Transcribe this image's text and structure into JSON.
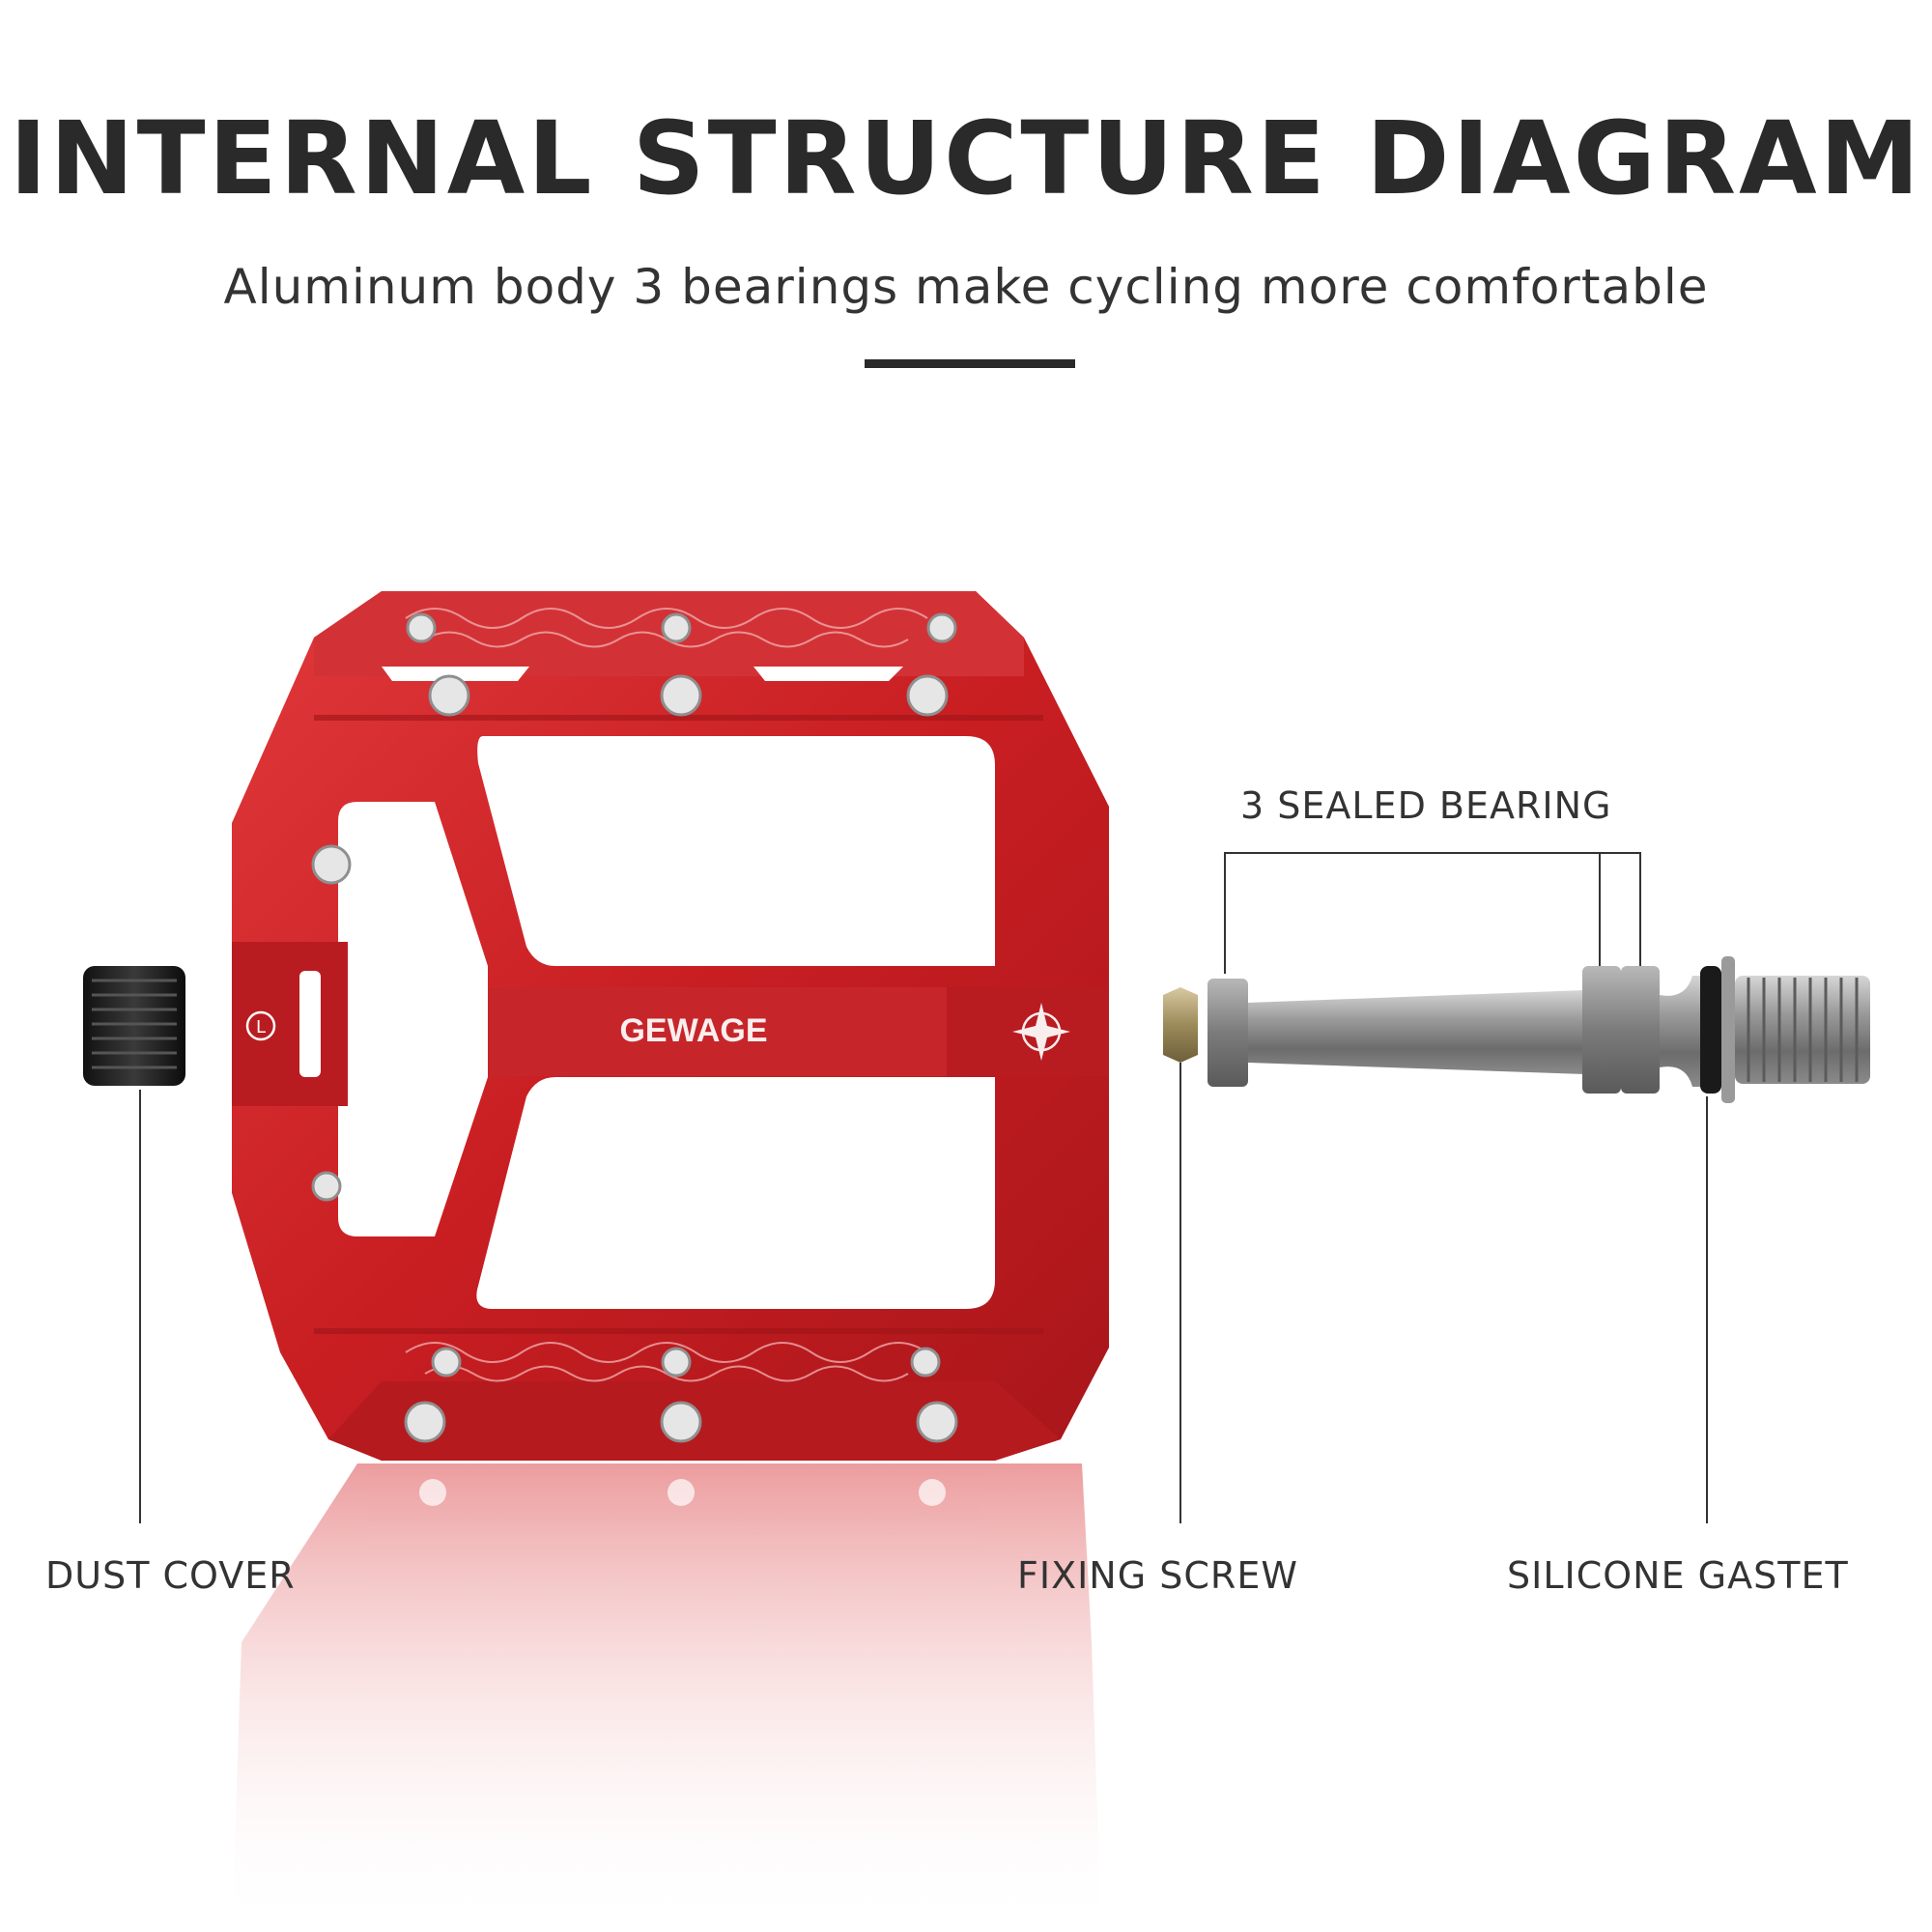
{
  "header": {
    "title": "INTERNAL STRUCTURE DIAGRAM",
    "subtitle": "Aluminum body 3 bearings make cycling more comfortable"
  },
  "pedal": {
    "brand": "GEWAGE",
    "side_mark": "L",
    "color": "#c81e22"
  },
  "labels": {
    "bearing": "3 SEALED BEARING",
    "dust_cover": "DUST COVER",
    "fixing_screw": "FIXING SCREW",
    "silicone_gasket": "SILICONE GASTET"
  },
  "icons": {
    "brand_logo": "compass-star-logo"
  }
}
